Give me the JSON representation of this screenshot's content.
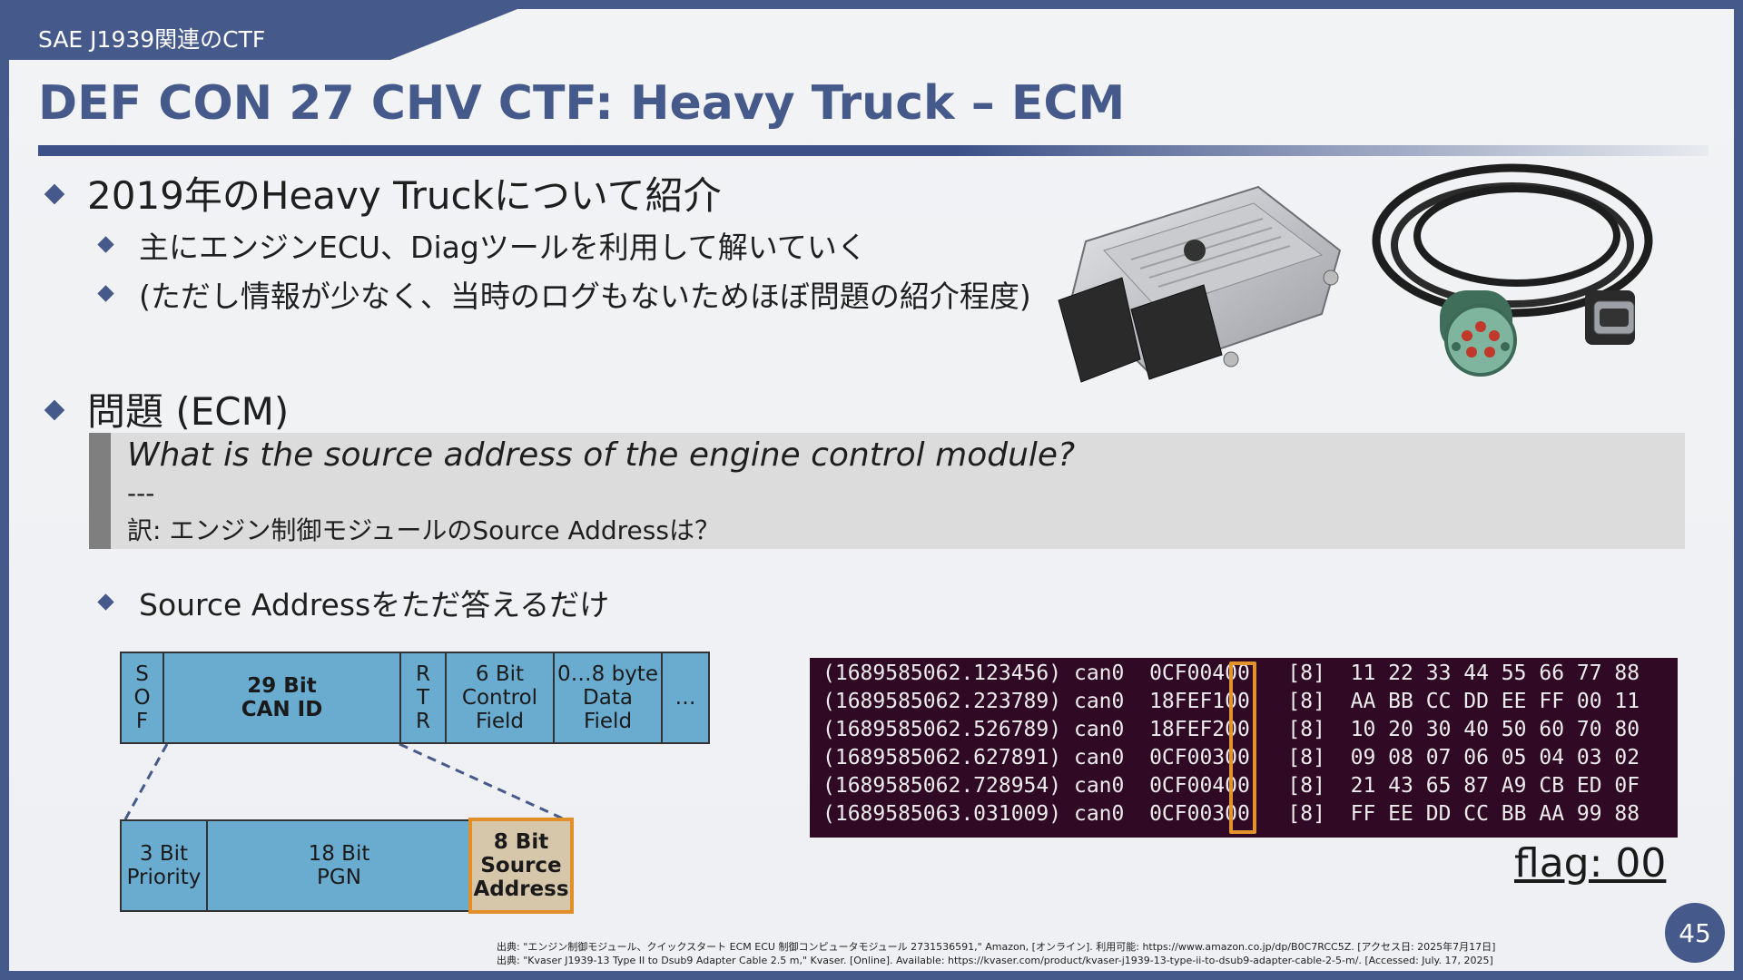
{
  "header": {
    "section_label": "SAE J1939関連のCTF",
    "title": "DEF CON 27 CHV CTF: Heavy Truck – ECM"
  },
  "intro": {
    "bullet": "2019年のHeavy Truckについて紹介",
    "sub_bullets": [
      "主にエンジンECU、Diagツールを利用して解いていく",
      "(ただし情報が少なく、当時のログもないためほぼ問題の紹介程度)"
    ]
  },
  "problem": {
    "bullet": "問題 (ECM)",
    "question_en": "What is the source address of the engine control module?",
    "separator": "---",
    "question_ja": "訳: エンジン制御モジュールのSource Addressは？",
    "sub_bullet": "Source Addressをただ答えるだけ"
  },
  "can_frame": {
    "top": {
      "sof": [
        "S",
        "O",
        "F"
      ],
      "can_id": [
        "29 Bit",
        "CAN ID"
      ],
      "rtr": [
        "R",
        "T",
        "R"
      ],
      "control": [
        "6 Bit",
        "Control",
        "Field"
      ],
      "data": [
        "0…8 byte",
        "Data",
        "Field"
      ],
      "more": "…"
    },
    "bottom": {
      "priority": [
        "3 Bit",
        "Priority"
      ],
      "pgn": [
        "18 Bit",
        "PGN"
      ],
      "source": [
        "8 Bit",
        "Source",
        "Address"
      ]
    }
  },
  "log": {
    "rows": [
      {
        "ts": "(1689585062.123456)",
        "iface": "can0",
        "id": "0CF00400",
        "len": "[8]",
        "data": "11 22 33 44 55 66 77 88"
      },
      {
        "ts": "(1689585062.223789)",
        "iface": "can0",
        "id": "18FEF100",
        "len": "[8]",
        "data": "AA BB CC DD EE FF 00 11"
      },
      {
        "ts": "(1689585062.526789)",
        "iface": "can0",
        "id": "18FEF200",
        "len": "[8]",
        "data": "10 20 30 40 50 60 70 80"
      },
      {
        "ts": "(1689585062.627891)",
        "iface": "can0",
        "id": "0CF00300",
        "len": "[8]",
        "data": "09 08 07 06 05 04 03 02"
      },
      {
        "ts": "(1689585062.728954)",
        "iface": "can0",
        "id": "0CF00400",
        "len": "[8]",
        "data": "21 43 65 87 A9 CB ED 0F"
      },
      {
        "ts": "(1689585063.031009)",
        "iface": "can0",
        "id": "0CF00300",
        "len": "[8]",
        "data": "FF EE DD CC BB AA 99 88"
      }
    ],
    "highlight_color": "#e3932d"
  },
  "flag": "flag: 00",
  "citations": [
    "出典: \"エンジン制御モジュール、クイックスタート ECM ECU 制御コンピュータモジュール 2731536591,\" Amazon, [オンライン]. 利用可能: https://www.amazon.co.jp/dp/B0C7RCC5Z. [アクセス日: 2025年7月17日]",
    "出典: \"Kvaser J1939-13 Type II to Dsub9 Adapter Cable 2.5 m,\" Kvaser. [Online]. Available: https://kvaser.com/product/kvaser-j1939-13-type-ii-to-dsub9-adapter-cable-2-5-m/. [Accessed: July. 17, 2025]"
  ],
  "page_number": "45",
  "colors": {
    "brand": "#45598a",
    "field_fill": "#6aacd0",
    "source_fill": "#d6c6aa",
    "terminal_bg": "#300a24"
  },
  "images": {
    "left": "ecu-module-image",
    "right": "diag-cable-image"
  }
}
